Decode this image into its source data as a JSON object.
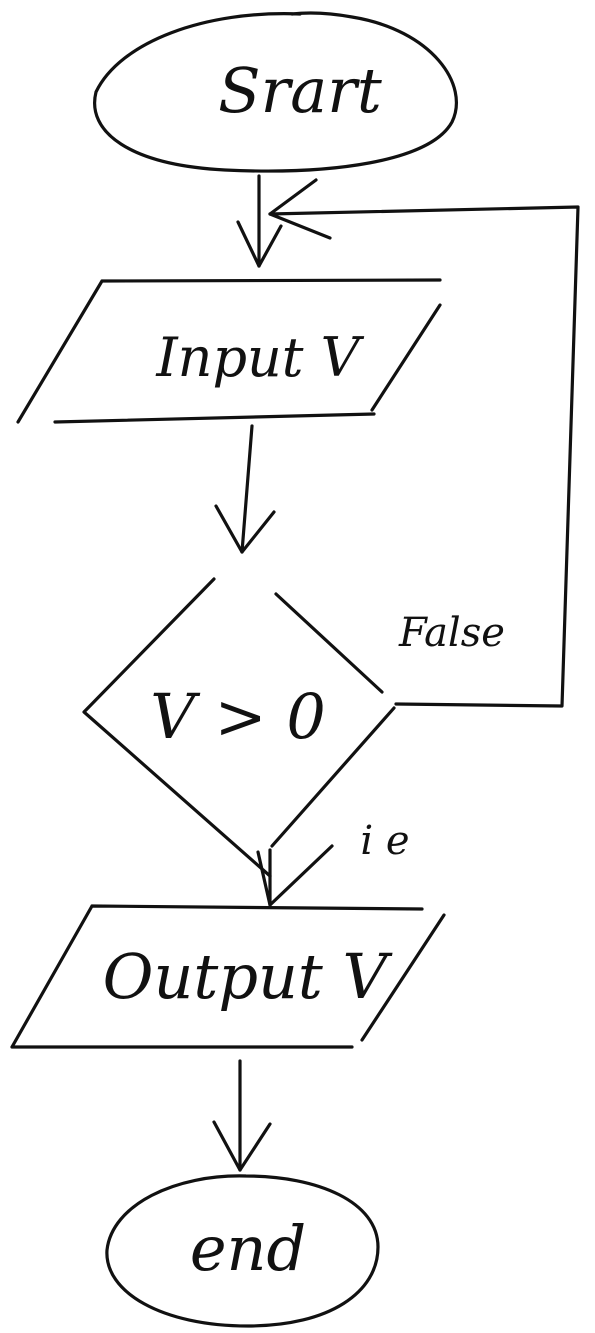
{
  "diagram": {
    "type": "flowchart",
    "ink_color": "#111111",
    "background": "#ffffff",
    "nodes": [
      {
        "id": "start",
        "shape": "terminal",
        "label": "Srart"
      },
      {
        "id": "input",
        "shape": "input-output",
        "label": "Input V"
      },
      {
        "id": "decision",
        "shape": "decision",
        "label": "V > 0"
      },
      {
        "id": "output",
        "shape": "input-output",
        "label": "Output V"
      },
      {
        "id": "end",
        "shape": "terminal",
        "label": "end"
      }
    ],
    "edges": [
      {
        "from": "start",
        "to": "input",
        "label": ""
      },
      {
        "from": "input",
        "to": "decision",
        "label": ""
      },
      {
        "from": "decision",
        "to": "input",
        "label": "False"
      },
      {
        "from": "decision",
        "to": "output",
        "label": "i e"
      },
      {
        "from": "output",
        "to": "end",
        "label": ""
      }
    ]
  }
}
